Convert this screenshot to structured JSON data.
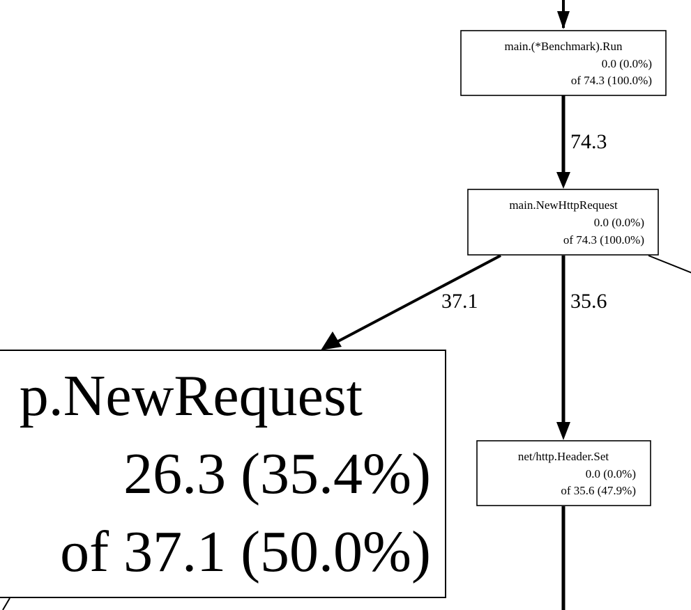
{
  "nodes": {
    "benchmark_run": {
      "name": "main.(*Benchmark).Run",
      "flat": "0.0 (0.0%)",
      "cum": "of 74.3 (100.0%)"
    },
    "new_http_request": {
      "name": "main.NewHttpRequest",
      "flat": "0.0 (0.0%)",
      "cum": "of 74.3 (100.0%)"
    },
    "new_request": {
      "name": "p.NewRequest",
      "flat": "26.3 (35.4%)",
      "cum": "of 37.1 (50.0%)"
    },
    "header_set": {
      "name": "net/http.Header.Set",
      "flat": "0.0 (0.0%)",
      "cum": "of 35.6 (47.9%)"
    }
  },
  "edges": {
    "run_to_newhttp": "74.3",
    "newhttp_to_newrequest": "37.1",
    "newhttp_to_headerset": "35.6"
  }
}
